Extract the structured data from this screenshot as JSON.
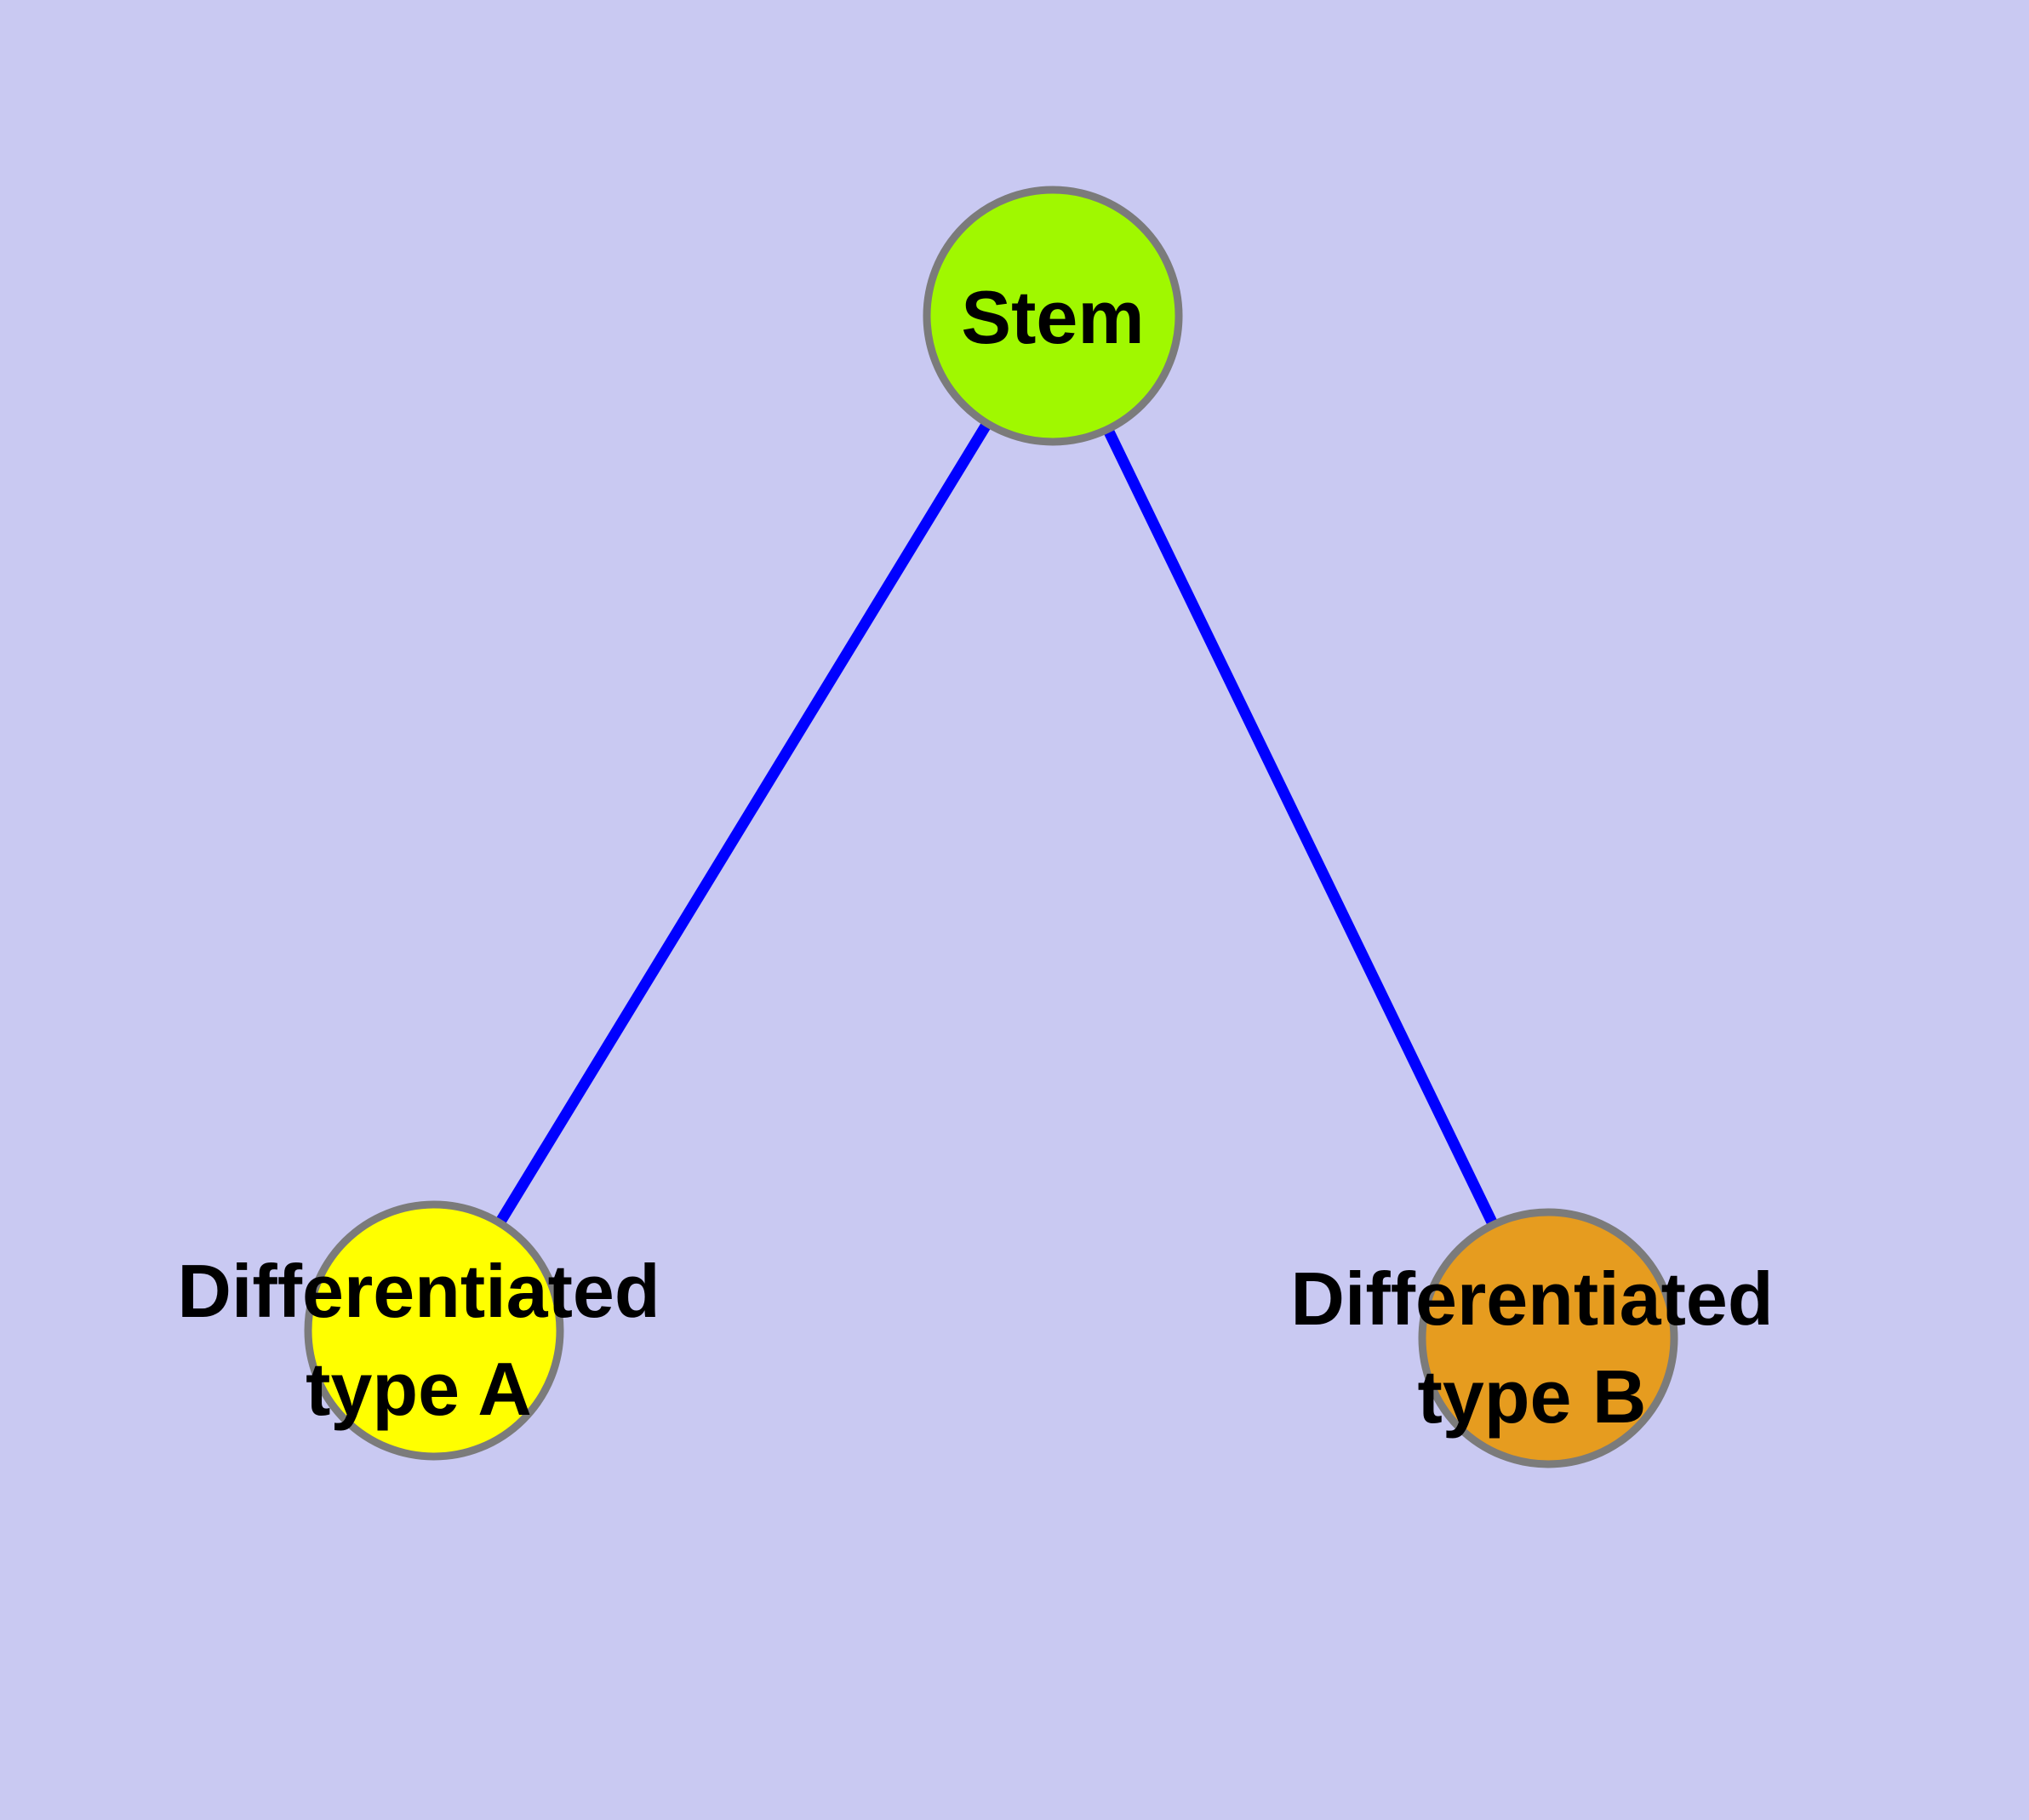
{
  "diagram": {
    "background_color": "#C9C9F2",
    "edge_color": "#0000FF",
    "node_border_color": "#7B7B7B",
    "label_color": "#000000",
    "nodes": [
      {
        "id": "stem",
        "label": "Stem",
        "label_lines": [
          "Stem"
        ],
        "fill": "#A0F800"
      },
      {
        "id": "differentiated-type-a",
        "label": "Differentiated type A",
        "label_lines": [
          "Differentiated",
          "type A"
        ],
        "fill": "#FFFF00"
      },
      {
        "id": "differentiated-type-b",
        "label": "Differentiated type B",
        "label_lines": [
          "Differentiated",
          "type B"
        ],
        "fill": "#E69C1F"
      }
    ],
    "edges": [
      {
        "from": "Stem",
        "to": "Differentiated type A"
      },
      {
        "from": "Stem",
        "to": "Differentiated type B"
      }
    ]
  }
}
